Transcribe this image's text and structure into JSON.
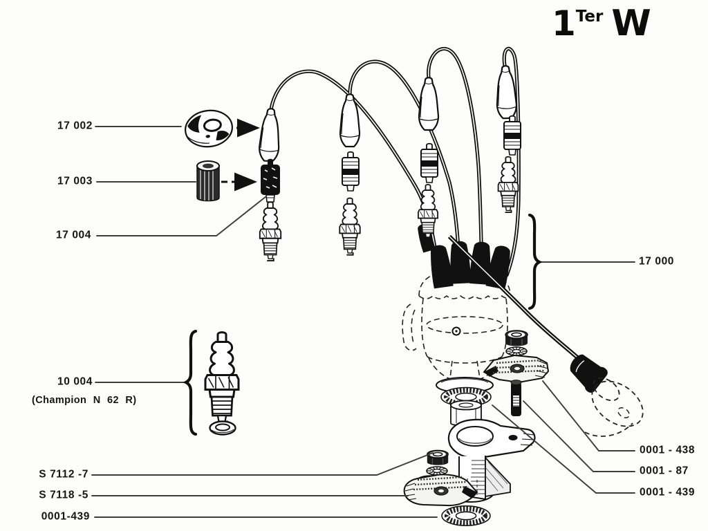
{
  "page": {
    "background": "#fdfdfb",
    "ink": "#111111"
  },
  "title": {
    "number": "1",
    "suffix": "Ter",
    "letter": "W"
  },
  "labels": {
    "l17002": "17 002",
    "l17003": "17 003",
    "l17004": "17 004",
    "l10004": "10 004",
    "l10004_note": "(Champion N 62 R)",
    "l17000": "17 000",
    "ls7112": "S 7112 -7",
    "ls7118": "S 7118 -5",
    "l0001_439_bottom_left": "0001-439",
    "l0001_438": "0001 - 438",
    "l0001_87": "0001 - 87",
    "l0001_439_right": "0001 - 439"
  }
}
